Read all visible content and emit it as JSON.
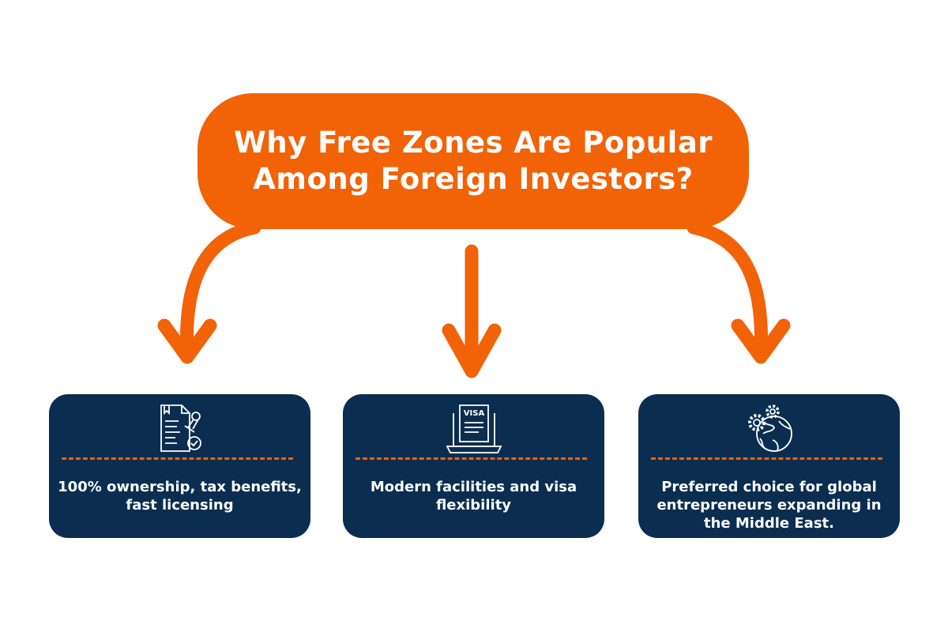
{
  "title": {
    "line1": "Why Free Zones Are Popular",
    "line2": "Among Foreign Investors?"
  },
  "colors": {
    "accent": "#F26207",
    "card": "#0B2D4F"
  },
  "cards": [
    {
      "icon": "document-stamp-icon",
      "text": "100% ownership, tax benefits, fast licensing"
    },
    {
      "icon": "visa-laptop-icon",
      "icon_label": "VISA",
      "text": "Modern facilities and visa flexibility"
    },
    {
      "icon": "globe-gears-icon",
      "text": "Preferred choice for global entrepreneurs expanding in the Middle East."
    }
  ]
}
